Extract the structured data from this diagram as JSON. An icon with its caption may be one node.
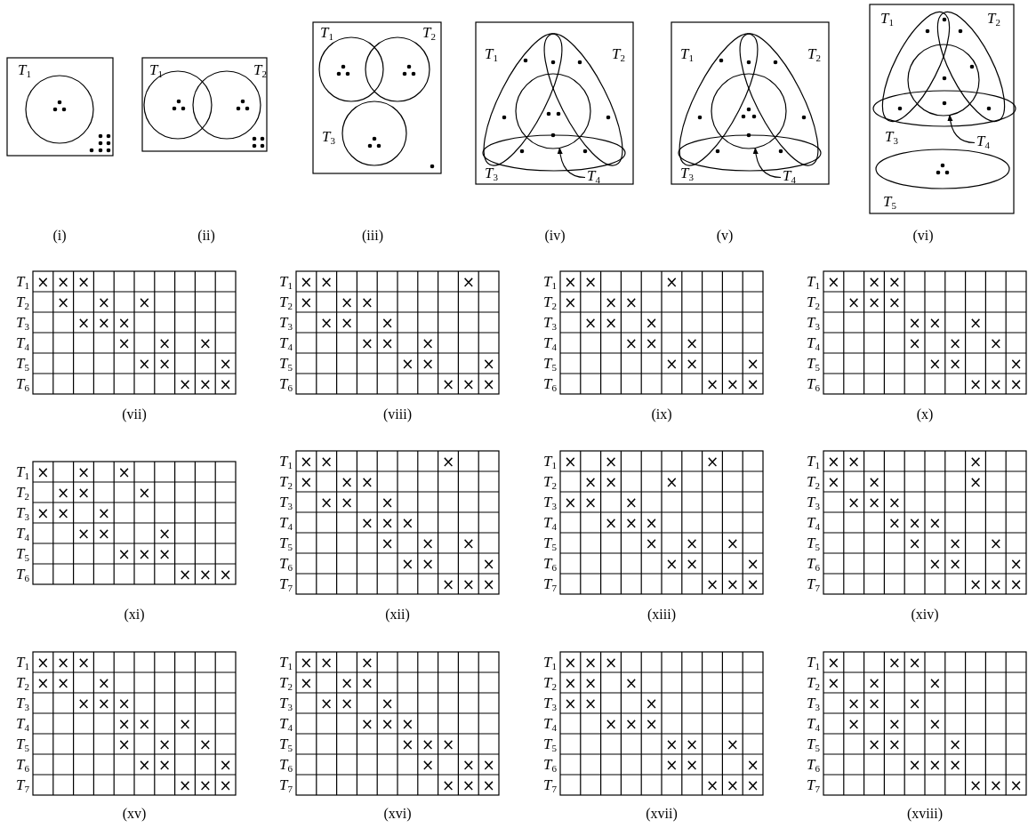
{
  "diagram": {
    "nodes": [
      {
        "text": [],
        "shape": "circle"
      },
      {
        "text": [],
        "shape": "circle"
      },
      {
        "text": [],
        "shape": "circle"
      },
      {
        "text": [],
        "shape": "circle"
      },
      {
        "text": [],
        "shape": "circle"
      },
      {
        "text": [],
        "shape": "circle"
      },
      {
        "text": [],
        "shape": "circle"
      },
      {
        "text": [
          "*T*$_{4}$"
        ]
      },
      {
        "text": [],
        "shape": "circle"
      },
      {
        "text": [
          "*T*$_{4}$"
        ]
      },
      {
        "text": [],
        "shape": "circle"
      },
      {
        "text": [
          "*T*$_{4}$"
        ]
      }
    ],
    "edges": [
      {
        "from": 7,
        "to": 6,
        "arrow": "to"
      },
      {
        "from": 9,
        "to": 8,
        "arrow": "to"
      },
      {
        "from": 11,
        "to": 10,
        "arrow": "to"
      }
    ],
    "labels": [
      "*T*$_{1}$",
      "*T*$_{1}$",
      "*T*$_{2}$",
      "*T*$_{1}$",
      "*T*$_{2}$",
      "*T*$_{3}$",
      "*T*$_{1}$",
      "*T*$_{2}$",
      "*T*$_{3}$",
      "*T*$_{1}$",
      "*T*$_{2}$",
      "*T*$_{3}$",
      "*T*$_{1}$",
      "*T*$_{2}$",
      "*T*$_{3}$",
      "*T*$_{5}$",
      "(i)",
      "(ii)",
      "(iii)",
      "(iv)",
      "(v)",
      "(vi)",
      "*T*$_{1}$",
      "×",
      "×",
      "×",
      "*T*$_{2}$",
      "×",
      "×",
      "×",
      "*T*$_{3}$",
      "×",
      "×",
      "×",
      "*T*$_{4}$",
      "×",
      "×",
      "×",
      "*T*$_{5}$",
      "×",
      "×",
      "×",
      "*T*$_{6}$",
      "×",
      "×",
      "×",
      "(vii)",
      "*T*$_{1}$",
      "×",
      "×",
      "×",
      "*T*$_{2}$",
      "×",
      "×",
      "×",
      "*T*$_{3}$",
      "×",
      "×",
      "×",
      "*T*$_{4}$",
      "×",
      "×",
      "×",
      "*T*$_{5}$",
      "×",
      "×",
      "×",
      "*T*$_{6}$",
      "×",
      "×",
      "×",
      "(viii)",
      "*T*$_{1}$",
      "×",
      "×",
      "×",
      "*T*$_{2}$",
      "×",
      "×",
      "×",
      "*T*$_{3}$",
      "×",
      "×",
      "×",
      "*T*$_{4}$",
      "×",
      "×",
      "×",
      "*T*$_{5}$",
      "×",
      "×",
      "×",
      "*T*$_{6}$",
      "×",
      "×",
      "×",
      "(ix)",
      "*T*$_{1}$",
      "×",
      "×",
      "×",
      "*T*$_{2}$",
      "×",
      "×",
      "×",
      "*T*$_{3}$",
      "×",
      "×",
      "×",
      "*T*$_{4}$",
      "×",
      "×",
      "×",
      "*T*$_{5}$",
      "×",
      "×",
      "×",
      "*T*$_{6}$",
      "×",
      "×",
      "×",
      "(x)",
      "*T*$_{1}$",
      "×",
      "×",
      "×",
      "*T*$_{2}$",
      "×",
      "×",
      "×",
      "*T*$_{3}$",
      "×",
      "×",
      "×",
      "*T*$_{4}$",
      "×",
      "×",
      "×",
      "*T*$_{5}$",
      "×",
      "×",
      "×",
      "*T*$_{6}$",
      "×",
      "×",
      "×",
      "(xi)",
      "*T*$_{1}$",
      "×",
      "×",
      "×",
      "*T*$_{2}$",
      "×",
      "×",
      "×",
      "*T*$_{3}$",
      "×",
      "×",
      "×",
      "*T*$_{4}$",
      "×",
      "×",
      "×",
      "*T*$_{5}$",
      "×",
      "×",
      "×",
      "*T*$_{6}$",
      "×",
      "×",
      "×",
      "*T*$_{7}$",
      "×",
      "×",
      "×",
      "(xii)",
      "*T*$_{1}$",
      "×",
      "×",
      "×",
      "*T*$_{2}$",
      "×",
      "×",
      "×",
      "*T*$_{3}$",
      "×",
      "×",
      "×",
      "*T*$_{4}$",
      "×",
      "×",
      "×",
      "*T*$_{5}$",
      "×",
      "×",
      "×",
      "*T*$_{6}$",
      "×",
      "×",
      "×",
      "*T*$_{7}$",
      "×",
      "×",
      "×",
      "(xiii)",
      "*T*$_{1}$",
      "×",
      "×",
      "×",
      "*T*$_{2}$",
      "×",
      "×",
      "×",
      "*T*$_{3}$",
      "×",
      "×",
      "×",
      "*T*$_{4}$",
      "×",
      "×",
      "×",
      "*T*$_{5}$",
      "×",
      "×",
      "×",
      "*T*$_{6}$",
      "×",
      "×",
      "×",
      "*T*$_{7}$",
      "×",
      "×",
      "×",
      "(xiv)",
      "*T*$_{1}$",
      "×",
      "×",
      "×",
      "*T*$_{2}$",
      "×",
      "×",
      "×",
      "*T*$_{3}$",
      "×",
      "×",
      "×",
      "*T*$_{4}$",
      "×",
      "×",
      "×",
      "*T*$_{5}$",
      "×",
      "×",
      "×",
      "*T*$_{6}$",
      "×",
      "×",
      "×",
      "*T*$_{7}$",
      "×",
      "×",
      "×",
      "(xv)",
      "*T*$_{1}$",
      "×",
      "×",
      "×",
      "*T*$_{2}$",
      "×",
      "×",
      "×",
      "*T*$_{3}$",
      "×",
      "×",
      "×",
      "*T*$_{4}$",
      "×",
      "×",
      "×",
      "*T*$_{5}$",
      "×",
      "×",
      "×",
      "*T*$_{6}$",
      "×",
      "×",
      "×",
      "*T*$_{7}$",
      "×",
      "×",
      "×",
      "(xvi)",
      "*T*$_{1}$",
      "×",
      "×",
      "×",
      "*T*$_{2}$",
      "×",
      "×",
      "×",
      "*T*$_{3}$",
      "×",
      "×",
      "×",
      "*T*$_{4}$",
      "×",
      "×",
      "×",
      "*T*$_{5}$",
      "×",
      "×",
      "×",
      "*T*$_{6}$",
      "×",
      "×",
      "×",
      "*T*$_{7}$",
      "×",
      "×",
      "×",
      "(xvii)",
      "*T*$_{1}$",
      "×",
      "×",
      "×",
      "*T*$_{2}$",
      "×",
      "×",
      "×",
      "*T*$_{3}$",
      "×",
      "×",
      "×",
      "*T*$_{4}$",
      "×",
      "×",
      "×",
      "*T*$_{5}$",
      "×",
      "×",
      "×",
      "*T*$_{6}$",
      "×",
      "×",
      "×",
      "*T*$_{7}$",
      "×",
      "×",
      "×",
      "(xviii)"
    ]
  }
}
